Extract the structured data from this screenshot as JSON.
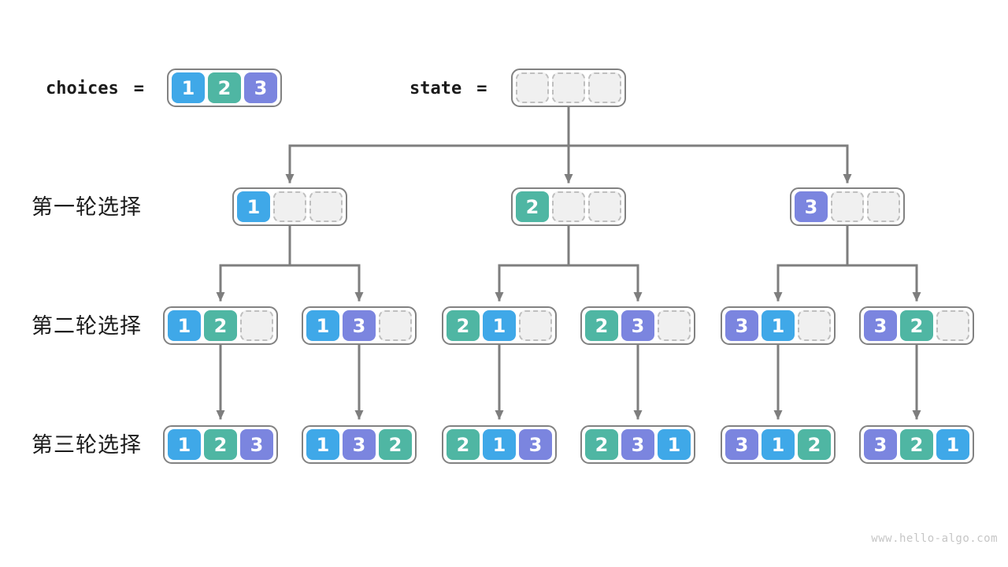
{
  "page": {
    "watermark": "www.hello-algo.com"
  },
  "legend": {
    "choices_label": "choices",
    "state_label": "state",
    "equals": "=",
    "choices_cells": [
      "1",
      "2",
      "3"
    ],
    "state_cells": [
      "",
      "",
      ""
    ]
  },
  "colors": {
    "tile_1": "#3FA8E8",
    "tile_2": "#4FB6A3",
    "tile_3": "#7B85DF",
    "empty_fill": "#F0F0F0",
    "empty_border": "#BFBFBF",
    "box_border": "#828282",
    "arrow": "#7E7E7E"
  },
  "rows": [
    {
      "label": "第一轮选择",
      "states": [
        [
          "1",
          "",
          ""
        ],
        [
          "2",
          "",
          ""
        ],
        [
          "3",
          "",
          ""
        ]
      ]
    },
    {
      "label": "第二轮选择",
      "states": [
        [
          "1",
          "2",
          ""
        ],
        [
          "1",
          "3",
          ""
        ],
        [
          "2",
          "1",
          ""
        ],
        [
          "2",
          "3",
          ""
        ],
        [
          "3",
          "1",
          ""
        ],
        [
          "3",
          "2",
          ""
        ]
      ]
    },
    {
      "label": "第三轮选择",
      "states": [
        [
          "1",
          "2",
          "3"
        ],
        [
          "1",
          "3",
          "2"
        ],
        [
          "2",
          "1",
          "3"
        ],
        [
          "2",
          "3",
          "1"
        ],
        [
          "3",
          "1",
          "2"
        ],
        [
          "3",
          "2",
          "1"
        ]
      ]
    }
  ]
}
